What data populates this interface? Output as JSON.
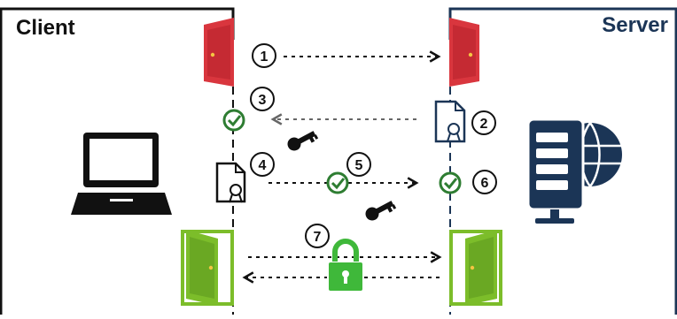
{
  "client": {
    "title": "Client"
  },
  "server": {
    "title": "Server"
  },
  "steps": [
    "1",
    "2",
    "3",
    "4",
    "5",
    "6",
    "7"
  ],
  "colors": {
    "client_frame": "#111111",
    "server_frame": "#1b3556",
    "closed_door": "#d9363e",
    "open_door": "#7cbd2a",
    "check": "#2e7d32",
    "lock": "#3fb83a",
    "key": "#111111",
    "server_icon": "#1b3556"
  },
  "icons": {
    "client_closed_door": "closed-door-icon",
    "server_closed_door": "closed-door-icon",
    "laptop": "laptop-icon",
    "server": "server-globe-icon",
    "certificate": "certificate-icon",
    "checkmark": "check-circle-icon",
    "key": "key-icon",
    "lock": "padlock-icon",
    "open_door": "open-door-icon"
  }
}
